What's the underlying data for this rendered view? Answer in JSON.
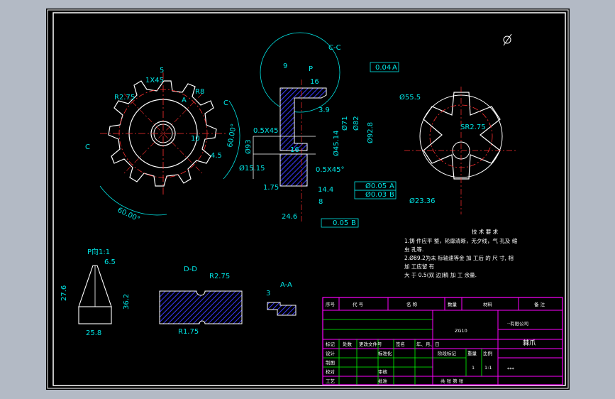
{
  "colors": {
    "background": "#b3bac5",
    "drawing_bg": "#000000",
    "part_line": "#ffffff",
    "dimension": "#00e5e5",
    "centerline": "#ff3030",
    "hatch": "#3a3aff",
    "title_block": "#ff00ff",
    "title_grid": "#00ff00"
  },
  "section_labels": {
    "section_cc": "C-C",
    "section_dd": "D-D",
    "section_aa": "A-A",
    "view_a": "A",
    "view_c_top": "C",
    "view_c_left": "C",
    "detail_p": "P向1:1",
    "section_p": "P"
  },
  "dims": {
    "chamfer_top": "1X45",
    "d5": "5",
    "r275_left": "R2.75",
    "r8": "R8",
    "d10": "10",
    "d45": "4.5",
    "d600_right": "60.00°",
    "d600_bottom": "60.00°",
    "d9": "9",
    "d16_top": "16",
    "tol_flat": "0.04",
    "tol_flat_ref": "A",
    "d39": "3.9",
    "d71": "Ø71",
    "d82": "Ø82",
    "d92": "Ø92.8",
    "d93": "Ø93",
    "c05": "0.5X45",
    "d16": "16",
    "d4514": "Ø45.14",
    "c05b": "0.5X45°",
    "d1515": "Ø15.15",
    "d175": "1.75",
    "d144": "14.4",
    "d246": "24.6",
    "d8": "8",
    "run1": "Ø0.05",
    "run1_ref": "A",
    "run2": "Ø0.03",
    "run2_ref": "B",
    "par": "0.05",
    "par_ref": "B",
    "d555": "Ø55.5",
    "sr275": "SR2.75",
    "d2336": "Ø23.36",
    "d65": "6.5",
    "d276": "27.6",
    "d362": "36.2",
    "d25": "25.8",
    "r275_dd": "R2.75",
    "r175_dd": "R1.75",
    "d3": "3"
  },
  "notes": {
    "title": "技 术 要 求",
    "line1": "1.铸 件应平 整，轮廓清晰，无夕线，气 孔及 缩",
    "line2": "虫 孔等.",
    "line3": "2.Ø89.2为未 标轴速等金 加 工后 的 尺 寸, 相",
    "line4": "加 工应留 有",
    "line5": "大 于 0.5(双 边)精 加 工 余量."
  },
  "title_block": {
    "h_seq": "序号",
    "h_code": "代    号",
    "h_name": "名    称",
    "h_qty": "数量",
    "h_material": "材料",
    "h_remark": "备    注",
    "material": "ZG10",
    "company": "··有限公司",
    "part_name": "棘爪",
    "r_mark": "标记",
    "r_count": "处数",
    "r_file": "更改文件号",
    "r_sign": "签名",
    "r_date": "年、月、日",
    "r_design": "设计",
    "r_std": "标准化",
    "r_stage": "阶段标记",
    "r_weight": "重量",
    "r_scale": "比例",
    "r_draw": "制图",
    "r_check": "校对",
    "r_audit": "审核",
    "r_process": "工艺",
    "r_approve": "批准",
    "qty_val": "1",
    "scale_val": "1:1",
    "sheet": "共    张    第    张",
    "doc_no": "***"
  }
}
